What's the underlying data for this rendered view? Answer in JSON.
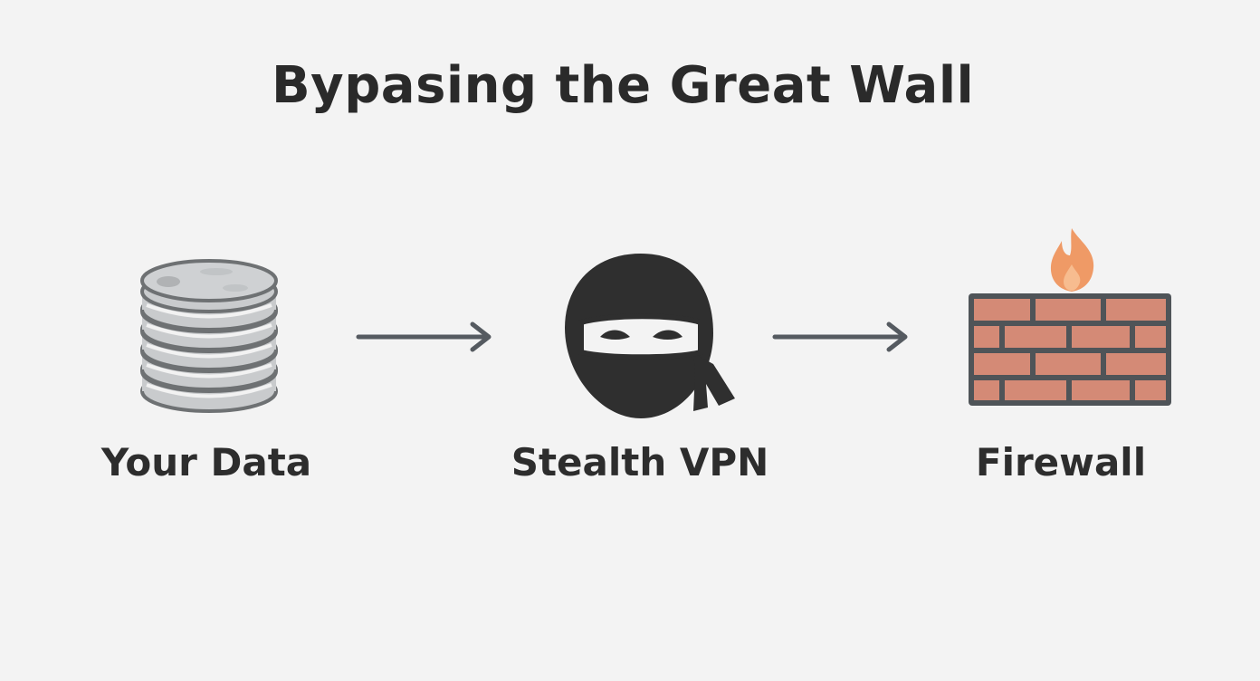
{
  "title": "Bypasing the Great Wall",
  "nodes": [
    {
      "id": "data",
      "label": "Your Data",
      "icon": "database-icon"
    },
    {
      "id": "vpn",
      "label": "Stealth VPN",
      "icon": "ninja-icon"
    },
    {
      "id": "firewall",
      "label": "Firewall",
      "icon": "firewall-icon"
    }
  ],
  "colors": {
    "background": "#f3f3f3",
    "text": "#2b2b2b",
    "arrow": "#555a60",
    "disk_fill": "#c9cbcd",
    "disk_edge": "#6e7173",
    "ninja": "#2f2f2f",
    "brick": "#d48a76",
    "mortar": "#4f5458",
    "flame": "#ef9a66"
  }
}
